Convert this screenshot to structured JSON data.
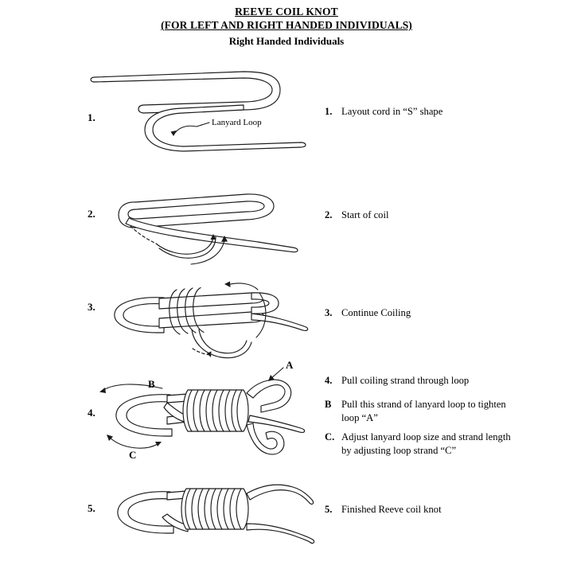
{
  "document": {
    "title_line1": "REEVE COIL KNOT",
    "title_line2": "(FOR LEFT AND RIGHT HANDED INDIVIDUALS)",
    "subtitle": "Right Handed Individuals"
  },
  "steps": [
    {
      "number": "1.",
      "figure_label": "s-shape-cord-diagram",
      "annotations": [
        {
          "text": "Lanyard Loop",
          "name": "lanyard-loop-label"
        }
      ],
      "instruction": {
        "marker": "1.",
        "text": "Layout cord in “S” shape"
      }
    },
    {
      "number": "2.",
      "figure_label": "start-of-coil-diagram",
      "annotations": [],
      "instruction": {
        "marker": "2.",
        "text": "Start of coil"
      }
    },
    {
      "number": "3.",
      "figure_label": "continue-coiling-diagram",
      "annotations": [],
      "instruction": {
        "marker": "3.",
        "text": "Continue Coiling"
      }
    },
    {
      "number": "4.",
      "figure_label": "pull-strand-through-loop-diagram",
      "annotations": [
        {
          "text": "A",
          "name": "annotation-a"
        },
        {
          "text": "B",
          "name": "annotation-b"
        },
        {
          "text": "C",
          "name": "annotation-c"
        }
      ],
      "instruction": {
        "marker": "4.",
        "text": "Pull coiling strand through loop"
      },
      "extra_instructions": [
        {
          "marker": "B",
          "text": "Pull this strand of lanyard loop to tighten loop “A”"
        },
        {
          "marker": "C.",
          "text": "Adjust lanyard loop size and strand length by adjusting loop strand “C”"
        }
      ]
    },
    {
      "number": "5.",
      "figure_label": "finished-knot-diagram",
      "annotations": [],
      "instruction": {
        "marker": "5.",
        "text": "Finished Reeve coil knot"
      }
    }
  ],
  "colors": {
    "ink": "#1a1a1a",
    "background": "#ffffff"
  }
}
